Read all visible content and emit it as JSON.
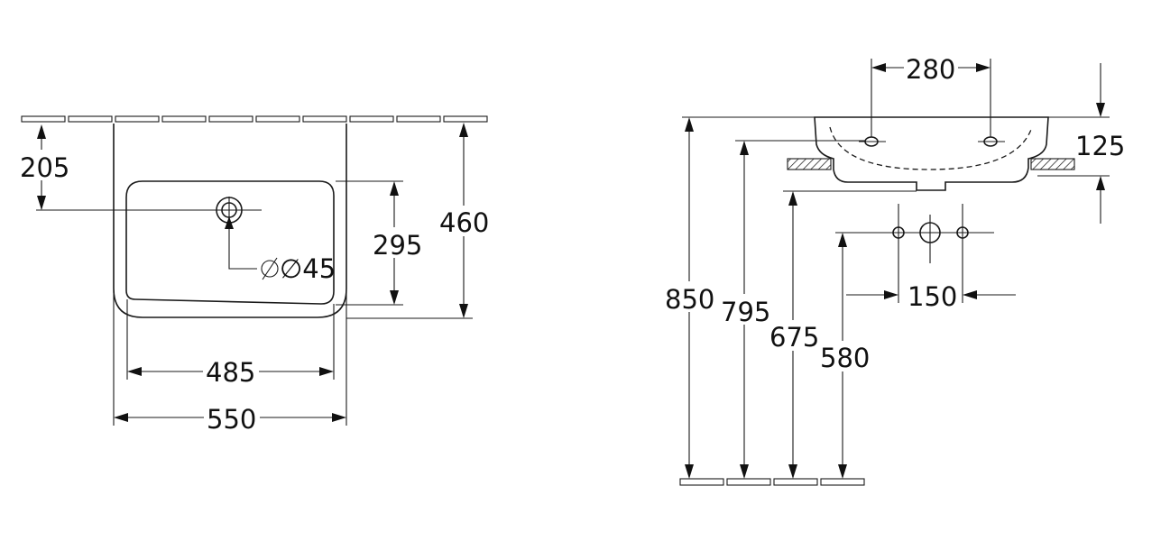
{
  "front_view": {
    "dim_top_to_tap_hole": "205",
    "dim_total_depth": "460",
    "dim_bowl_depth": "295",
    "tap_hole_diameter": "∅45",
    "dim_bowl_width": "485",
    "dim_total_width": "550"
  },
  "side_view": {
    "dim_overflow_spacing": "280",
    "dim_basin_height": "125",
    "dim_rim_height": "850",
    "dim_inner_height": "795",
    "dim_bottom_height": "675",
    "dim_waste_height": "580",
    "dim_supply_spacing": "150"
  }
}
